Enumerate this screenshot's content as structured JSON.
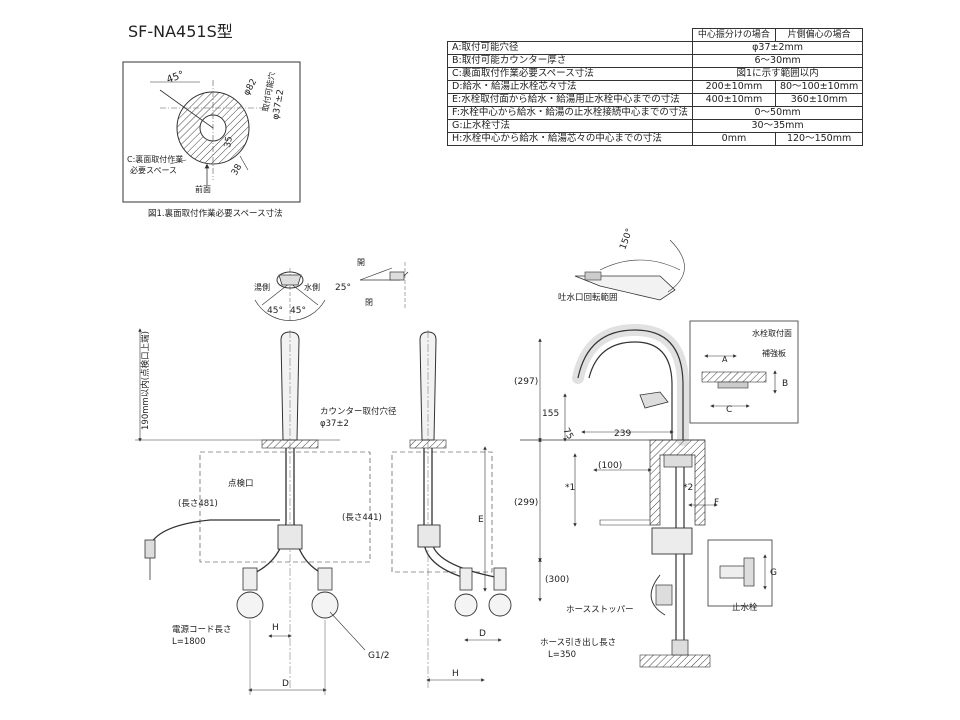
{
  "model_title": "SF-NA451S型",
  "spec_table": {
    "header": [
      "",
      "中心振分けの場合",
      "片側偏心の場合"
    ],
    "rows": [
      {
        "label": "A:取付可能穴径",
        "v1": "φ37±2mm",
        "v2": null
      },
      {
        "label": "B:取付可能カウンター厚さ",
        "v1": "6〜30mm",
        "v2": null
      },
      {
        "label": "C:裏面取付作業必要スペース寸法",
        "v1": "図1に示す範囲以内",
        "v2": null
      },
      {
        "label": "D:給水・給湯止水栓芯々寸法",
        "v1": "200±10mm",
        "v2": "80〜100±10mm"
      },
      {
        "label": "E:水栓取付面から給水・給湯用止水栓中心までの寸法",
        "v1": "400±10mm",
        "v2": "360±10mm"
      },
      {
        "label": "F:水栓中心から給水・給湯の止水栓接続中心までの寸法",
        "v1": "0〜50mm",
        "v2": null
      },
      {
        "label": "G:止水栓寸法",
        "v1": "30〜35mm",
        "v2": null
      },
      {
        "label": "H:水栓中心から給水・給湯芯々の中心までの寸法",
        "v1": "0mm",
        "v2": "120〜150mm"
      }
    ]
  },
  "figure1": {
    "caption": "図1.裏面取付作業必要スペース寸法",
    "angle": "45°",
    "dia_outer": "φ82",
    "hole_label": "取付可能穴",
    "hole_dia": "φ37±2",
    "dim_35": "35",
    "dim_38": "38",
    "space_label_1": "C:裏面取付作業",
    "space_label_2": "必要スペース",
    "front_label": "前面"
  },
  "front_view": {
    "hot_side": "湯側",
    "cold_side": "水側",
    "angle_left": "45°",
    "angle_right": "45°",
    "height_note": "190mm以内(点検口上端)",
    "counter_hole_1": "カウンター取付穴径",
    "counter_hole_2": "φ37±2",
    "inspection_port": "点検口",
    "length_481": "(長さ481)",
    "length_441": "(長さ441)",
    "power_cord_1": "電源コード長さ",
    "power_cord_2": "L=1800",
    "label_H": "H",
    "label_D": "D",
    "label_G12": "G1/2"
  },
  "side_view": {
    "open_label": "開",
    "close_label": "閉",
    "angle_25": "25°",
    "label_E": "E",
    "label_D": "D",
    "label_H": "H"
  },
  "right_view": {
    "angle_150": "150°",
    "spout_range": "吐水口回転範囲",
    "dim_297": "(297)",
    "dim_155": "155",
    "dim_75": "75",
    "dim_239": "239",
    "dim_100": "(100)",
    "dim_299": "(299)",
    "dim_300": "(300)",
    "note_1": "*1",
    "note_2": "*2",
    "label_F": "F",
    "hose_stopper": "ホースストッパー",
    "hose_length_1": "ホース引き出し長さ",
    "hose_length_2": "L=350",
    "faucet_mount": "水栓取付面",
    "reinforcement": "補強板",
    "label_A": "A",
    "label_B": "B",
    "label_C": "C",
    "label_G": "G",
    "stop_valve": "止水栓"
  }
}
